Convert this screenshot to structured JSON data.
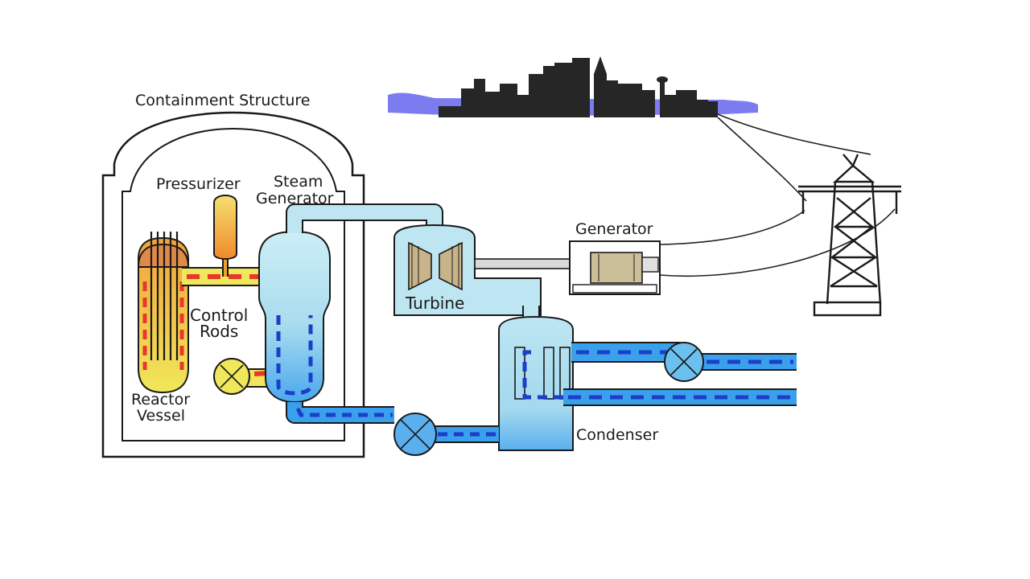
{
  "labels": {
    "containment": "Containment Structure",
    "pressurizer": "Pressurizer",
    "steam": "Steam",
    "generator_sg": "Generator",
    "generator": "Generator",
    "control": "Control",
    "rods": "Rods",
    "turbine": "Turbine",
    "reactor": "Reactor",
    "vessel": "Vessel",
    "condenser": "Condenser"
  },
  "colors": {
    "primary_loop": "#e8382a",
    "reactor_fill": "#f0e85a",
    "steam": "#bde6f2",
    "feedwater": "#3aa0ec",
    "flow_arrow": "#1b3fc8",
    "city_sky": "#7c7cf0",
    "pressurizer": "#f0a030",
    "vessel_head": "#e08a4a"
  }
}
